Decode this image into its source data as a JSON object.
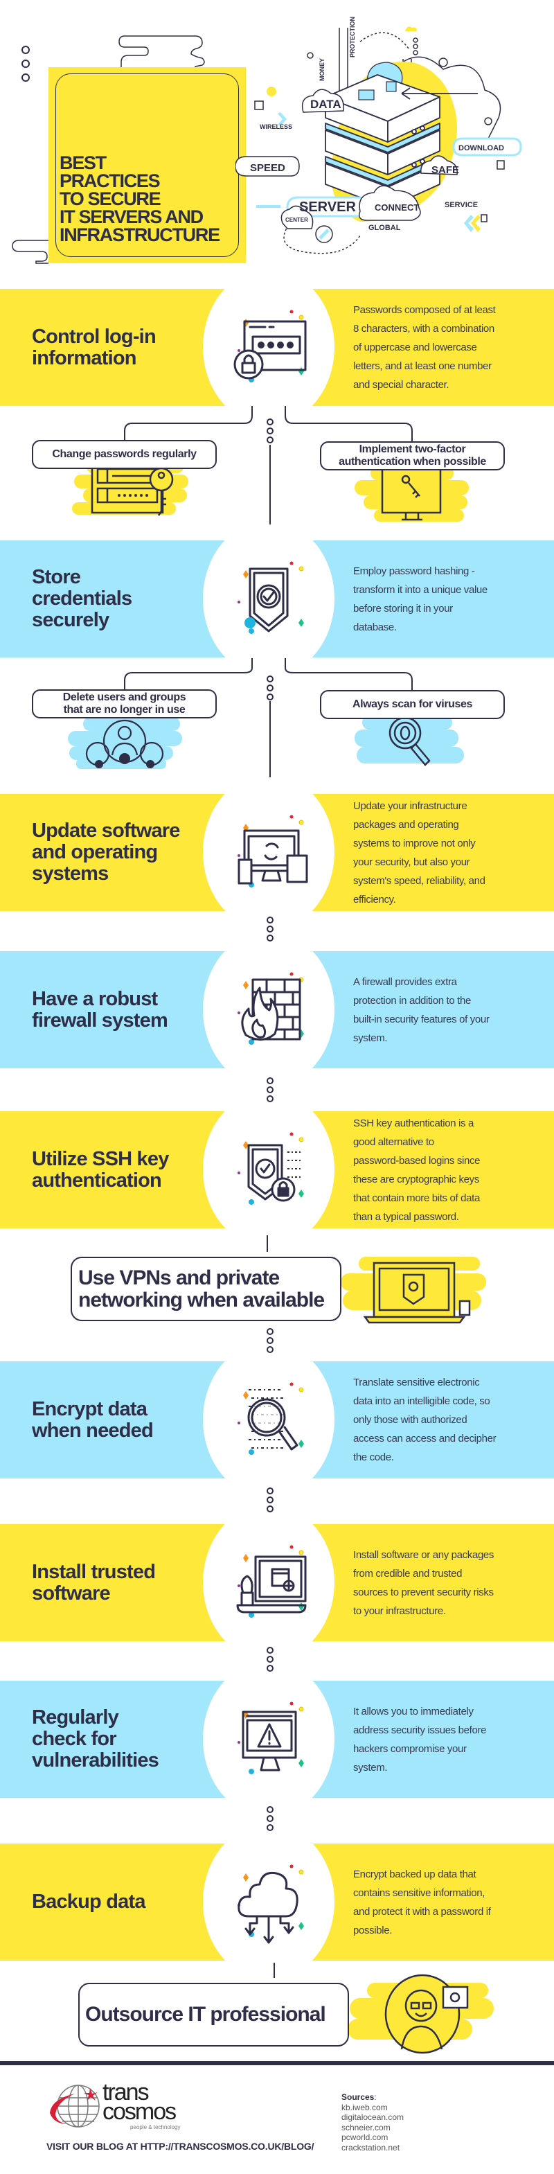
{
  "header": {
    "title": "BEST\nPRACTICES\nTO SECURE\nIT SERVERS AND\nINFRASTRUCTURE",
    "illustration_labels": {
      "data": "DATA",
      "wireless": "WIRELESS",
      "speed": "SPEED",
      "server": "SERVER",
      "connect": "CONNECT",
      "global": "GLOBAL",
      "center": "CENTER",
      "safe": "SAFE",
      "download": "DOWNLOAD",
      "service": "SERVICE",
      "money": "MONEY",
      "protection": "PROTECTION"
    }
  },
  "colors": {
    "yellow": "#fee83a",
    "blue": "#a2e7fc",
    "navy": "#2e2e48",
    "orange": "#f7941d",
    "cyan": "#1fb3e0",
    "red": "#e8222e",
    "green": "#1dbf8c",
    "purple": "#8b3d94"
  },
  "sections": [
    {
      "title": "Control log-in\ninformation",
      "description": "Passwords composed of at least\n8 characters, with a combination\nof uppercase and lowercase\nletters, and at least one number\nand special character.",
      "color": "yellow",
      "icon": "password-lock-icon"
    },
    {
      "title": "Store\ncredentials\nsecurely",
      "description": "Employ password hashing -\ntransform it into a unique value\nbefore storing it in your\ndatabase.",
      "color": "blue",
      "icon": "shield-check-icon"
    },
    {
      "title": "Update software\nand operating\nsystems",
      "description": "Update your infrastructure\npackages and operating\nsystems to improve not only\nyour security, but also your\nsystem's speed, reliability, and\nefficiency.",
      "color": "yellow",
      "icon": "devices-sync-icon"
    },
    {
      "title": "Have a robust\nfirewall system",
      "description": "A firewall provides extra\nprotection in addition to the\nbuilt-in security features of your\nsystem.",
      "color": "blue",
      "icon": "firewall-icon"
    },
    {
      "title": "Utilize SSH key\nauthentication",
      "description": "SSH key authentication is a\ngood alternative to\npassword-based logins since\nthese are cryptographic keys\nthat contain more bits of data\nthan a typical password.",
      "color": "yellow",
      "icon": "shield-lock-binary-icon"
    },
    {
      "title": "Encrypt data\nwhen needed",
      "description": "Translate sensitive electronic\ndata into an intelligible code, so\nonly those with authorized\naccess can access and decipher\nthe code.",
      "color": "blue",
      "icon": "magnifier-binary-icon"
    },
    {
      "title": "Install trusted\nsoftware",
      "description": "Install software or any packages\nfrom credible and trusted\nsources to prevent security risks\nto your infrastructure.",
      "color": "yellow",
      "icon": "laptop-install-icon"
    },
    {
      "title": "Regularly\ncheck for\nvulnerabilities",
      "description": "It allows you to immediately\naddress security issues before\nhackers compromise your\nsystem.",
      "color": "blue",
      "icon": "monitor-warning-icon"
    },
    {
      "title": "Backup data",
      "description": "Encrypt backed up data that\ncontains sensitive information,\nand protect it with a password if\npossible.",
      "color": "yellow",
      "icon": "cloud-backup-icon"
    }
  ],
  "subtips": [
    {
      "label": "Change passwords regularly",
      "icon": "login-form-key-icon"
    },
    {
      "label": "Implement two-factor\nauthentication when possible",
      "icon": "monitor-key-icon"
    },
    {
      "label": "Delete users and groups\nthat are no longer in use",
      "icon": "users-group-icon"
    },
    {
      "label": "Always scan for viruses",
      "icon": "magnifier-bug-icon"
    }
  ],
  "vpn": {
    "label": "Use VPNs and private\nnetworking when available",
    "icon": "laptop-shield-icon"
  },
  "outsource": {
    "label": "Outsource IT professional",
    "icon": "it-professional-icon"
  },
  "footer": {
    "logo": {
      "line1": "trans",
      "line2": "cosmos",
      "tagline": "people & technology"
    },
    "visit": "VISIT OUR BLOG AT HTTP://TRANSCOSMOS.CO.UK/BLOG/",
    "sources_title": "Sources",
    "sources": [
      "kb.iweb.com",
      "digitalocean.com",
      "schneier.com",
      "pcworld.com",
      "crackstation.net"
    ]
  }
}
